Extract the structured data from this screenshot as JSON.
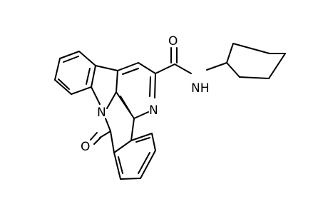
{
  "diagram": {
    "type": "chemical-structure",
    "atoms": {
      "amide_oxygen": "O",
      "amide_nitrogen": "NH",
      "pyridine_nitrogen": "N",
      "lactam_nitrogen": "N",
      "lactam_oxygen": "O"
    },
    "colors": {
      "bond": "#000000",
      "label": "#000000",
      "background": "#ffffff"
    }
  }
}
